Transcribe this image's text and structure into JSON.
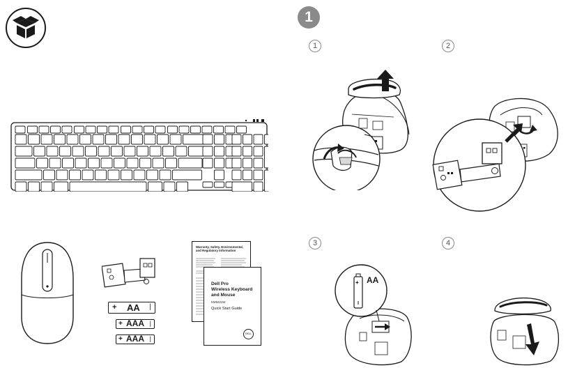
{
  "page": {
    "box_icon": "box-open-icon",
    "section_number": "1",
    "steps": [
      "1",
      "2",
      "3",
      "4"
    ]
  },
  "contents": {
    "batteries": [
      "AA",
      "AAA",
      "AAA"
    ],
    "battery_plus": "+",
    "battery_minus": "|",
    "callout_battery": "AA",
    "regulatory_doc": {
      "title": "Warranty, Safety, Environmental, and Regulatory Information"
    },
    "quick_start": {
      "title_line1": "Dell Pro",
      "title_line2": "Wireless Keyboard",
      "title_line3": "and Mouse",
      "model": "KM5221W",
      "subtitle": "Quick Start Guide",
      "logo_text": "DELL"
    }
  },
  "colors": {
    "line": "#1a1a1a",
    "badge": "#8a8a8a",
    "light_fill": "#e6e6e6"
  }
}
